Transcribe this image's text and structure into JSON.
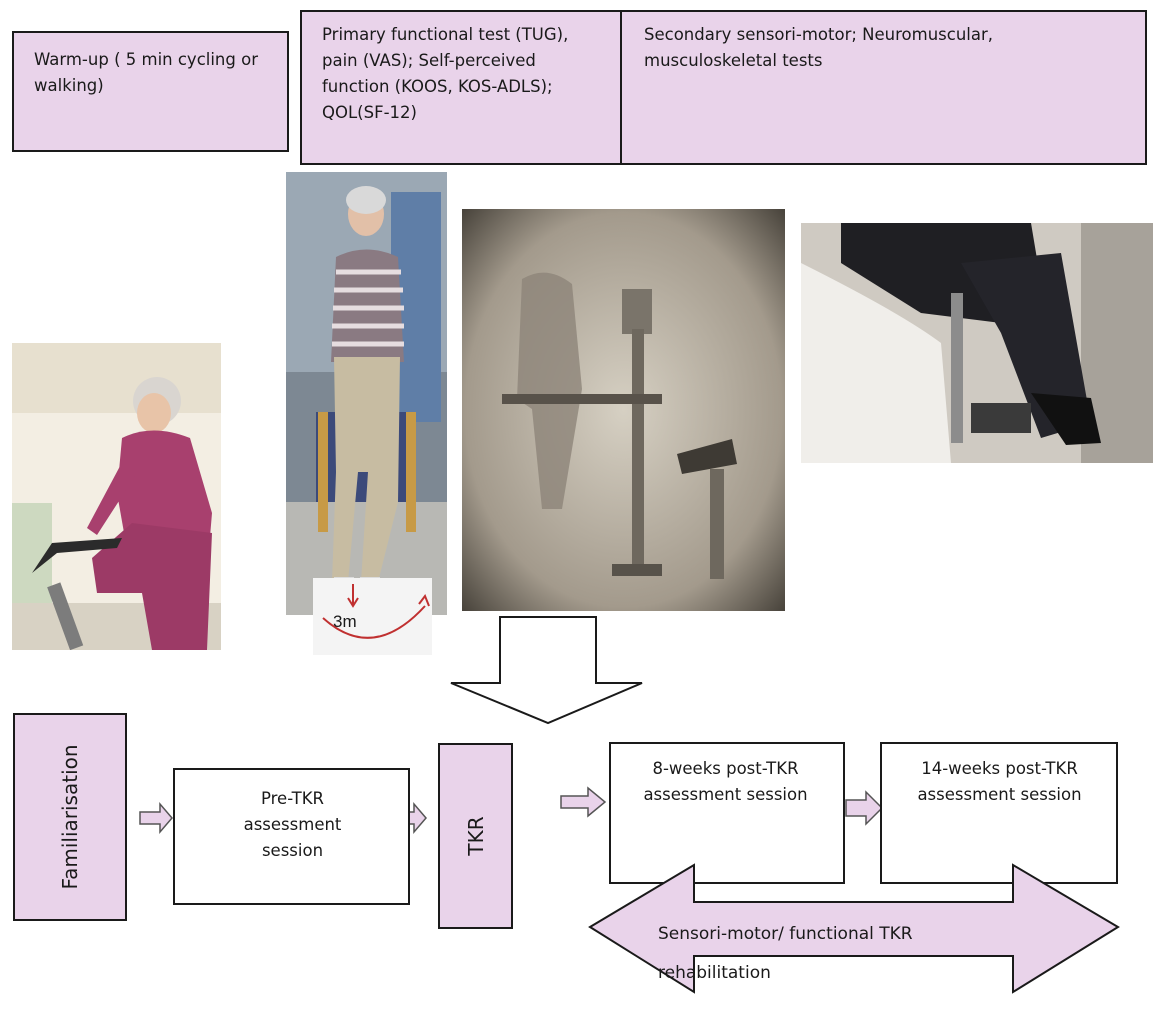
{
  "top_boxes": {
    "warmup": "Warm-up ( 5 min cycling or walking)",
    "primary": "Primary functional test (TUG), pain (VAS); Self-perceived function (KOOS, KOS-ADLS);  QOL(SF-12)",
    "secondary": "Secondary sensori-motor; Neuromuscular, musculoskeletal tests"
  },
  "photos": {
    "tug_distance_label": "3m"
  },
  "flow": {
    "familiarisation": "Familiarisation",
    "pre_tkr": "Pre-TKR assessment session",
    "tkr": "TKR",
    "post_8_weeks": "8-weeks post-TKR assessment session",
    "post_14_weeks": "14-weeks post-TKR assessment session",
    "rehabilitation": "Sensori-motor/ functional TKR rehabilitation"
  },
  "colors": {
    "box_fill": "#e9d3ea",
    "outline": "#1a1a1a"
  }
}
